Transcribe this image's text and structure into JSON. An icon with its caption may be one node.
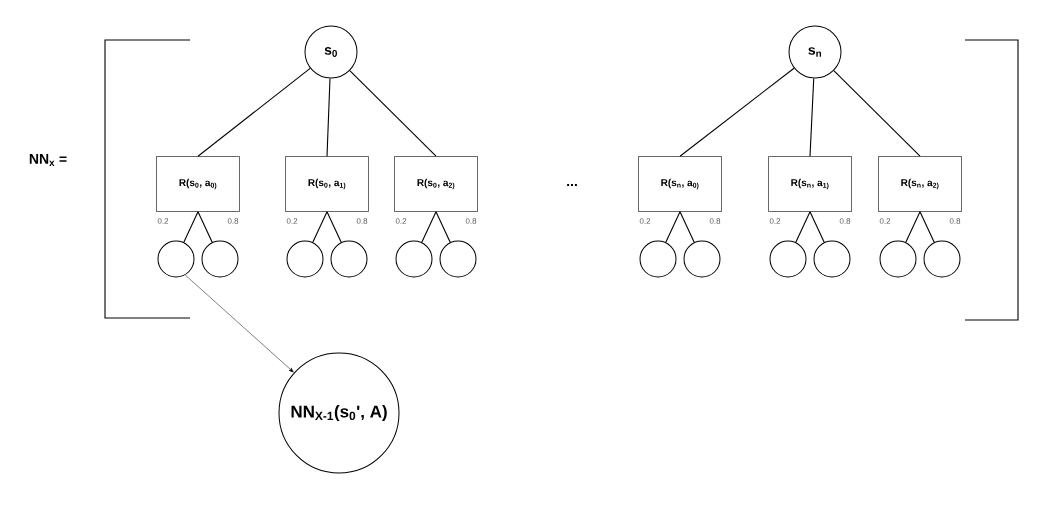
{
  "diagram": {
    "nodes": [
      {
        "text": [
          "s$_{0}$"
        ]
      },
      {
        "text": [
          "s$_{n}$"
        ]
      },
      {
        "text": [
          "R(s$_{0}$, a$_{0)}$"
        ]
      },
      {
        "text": [
          "R(s$_{0}$, a$_{1)}$"
        ]
      },
      {
        "text": [
          "R(s$_{0}$, a$_{2)}$"
        ]
      },
      {
        "text": [
          "R(s$_{n}$, a$_{0)}$"
        ]
      },
      {
        "text": [
          "R(s$_{n}$, a$_{1)}$"
        ]
      },
      {
        "text": [
          "R(s$_{n}$, a$_{2)}$"
        ]
      },
      {
        "text": [],
        "shape": "circle"
      },
      {
        "text": [],
        "shape": "circle"
      },
      {
        "text": [],
        "shape": "circle"
      },
      {
        "text": [],
        "shape": "circle"
      },
      {
        "text": [],
        "shape": "circle"
      },
      {
        "text": [],
        "shape": "circle"
      },
      {
        "text": [],
        "shape": "circle"
      },
      {
        "text": [],
        "shape": "circle"
      },
      {
        "text": [],
        "shape": "circle"
      },
      {
        "text": [],
        "shape": "circle"
      },
      {
        "text": [],
        "shape": "circle"
      },
      {
        "text": [],
        "shape": "circle"
      },
      {
        "text": [
          "NN$_{X-1}$(s$_{0}$', A)"
        ]
      }
    ],
    "edges": [
      {
        "from": 0,
        "to": 2,
        "arrow": "none"
      },
      {
        "from": 0,
        "to": 3,
        "arrow": "none"
      },
      {
        "from": 0,
        "to": 4,
        "arrow": "none"
      },
      {
        "from": 1,
        "to": 5,
        "arrow": "none"
      },
      {
        "from": 1,
        "to": 6,
        "arrow": "none"
      },
      {
        "from": 1,
        "to": 7,
        "arrow": "none"
      },
      {
        "from": 2,
        "to": 8,
        "arrow": "none",
        "label": "0.2"
      },
      {
        "from": 2,
        "to": 9,
        "arrow": "none",
        "label": "0.8"
      },
      {
        "from": 3,
        "to": 10,
        "arrow": "none",
        "label": "0.2"
      },
      {
        "from": 3,
        "to": 11,
        "arrow": "none",
        "label": "0.8"
      },
      {
        "from": 4,
        "to": 12,
        "arrow": "none",
        "label": "0.2"
      },
      {
        "from": 4,
        "to": 13,
        "arrow": "none",
        "label": "0.8"
      },
      {
        "from": 5,
        "to": 14,
        "arrow": "none",
        "label": "0.2"
      },
      {
        "from": 5,
        "to": 15,
        "arrow": "none",
        "label": "0.8"
      },
      {
        "from": 6,
        "to": 16,
        "arrow": "none",
        "label": "0.2"
      },
      {
        "from": 6,
        "to": 17,
        "arrow": "none",
        "label": "0.8"
      },
      {
        "from": 7,
        "to": 18,
        "arrow": "none",
        "label": "0.2"
      },
      {
        "from": 7,
        "to": 19,
        "arrow": "none",
        "label": "0.8"
      },
      {
        "from": 8,
        "to": 20,
        "arrow": "to"
      }
    ],
    "labels": [
      "NN$_{x}$ =",
      "..."
    ]
  }
}
